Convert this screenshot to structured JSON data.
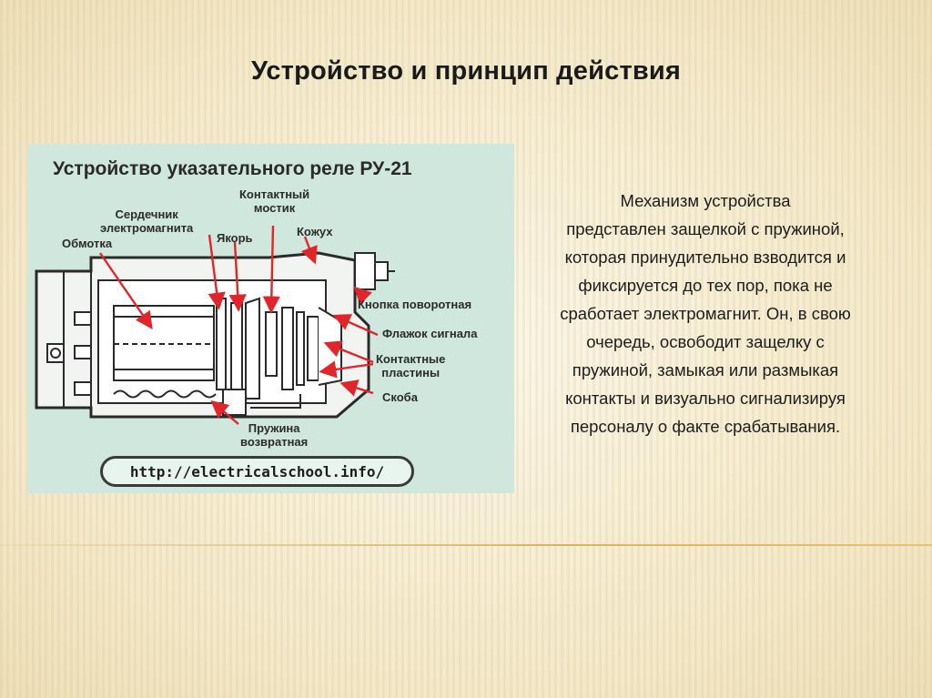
{
  "slide": {
    "title": "Устройство и принцип действия",
    "body_lines": [
      "Механизм устройства",
      "представлен защелкой с пружиной,",
      "которая принудительно взводится и",
      "фиксируется до тех пор, пока не",
      "сработает электромагнит. Он, в свою",
      "очередь, освободит защелку с",
      "пружиной, замыкая или размыкая",
      "контакты и визуально сигнализируя",
      "персоналу о факте срабатывания."
    ]
  },
  "figure": {
    "title": "Устройство указательного реле РУ-21",
    "labels": {
      "core": "Сердечник\nэлектромагнита",
      "winding": "Обмотка",
      "contact_bridge": "Контактный\nмостик",
      "anchor": "Якорь",
      "casing": "Кожух",
      "rotary_button": "Кнопка поворотная",
      "signal_flag": "Флажок сигнала",
      "contact_plates": "Контактные\nпластины",
      "bracket": "Скоба",
      "return_spring": "Пружина\nвозвратная"
    },
    "url": "http://electricalschool.info/",
    "colors": {
      "background": "#cfe7dc",
      "arrows": "#e0262b",
      "lines": "#2a2a2a"
    }
  }
}
